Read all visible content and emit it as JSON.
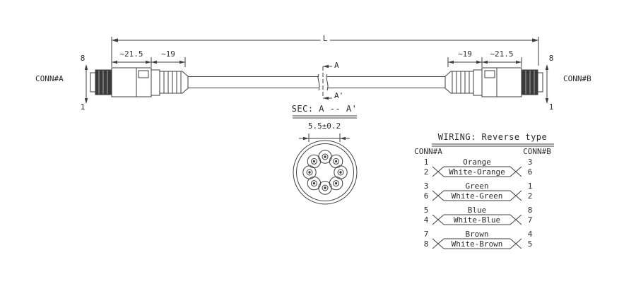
{
  "colors": {
    "line": "#3f3f3f",
    "text": "#2b2b2b",
    "background": "#ffffff"
  },
  "diagram": {
    "dim_length": "L",
    "conn_a": "CONN#A",
    "conn_b": "CONN#B",
    "pin_top_left": "8",
    "pin_bottom_left": "1",
    "pin_top_right": "8",
    "pin_bottom_right": "1",
    "dim_left_body": "~21.5",
    "dim_left_boot": "~19",
    "dim_right_boot": "~19",
    "dim_right_body": "~21.5",
    "section_mark_top": "A",
    "section_mark_bottom": "A'",
    "section_title": "SEC: A -- A'",
    "cable_diameter": "5.5±0.2"
  },
  "wiring": {
    "title": "WIRING: Reverse type",
    "conn_a_header": "CONN#A",
    "conn_b_header": "CONN#B",
    "pairs": [
      {
        "color": "Orange",
        "white": "White-Orange",
        "left": [
          "1",
          "2"
        ],
        "right": [
          "3",
          "6"
        ]
      },
      {
        "color": "Green",
        "white": "White-Green",
        "left": [
          "3",
          "6"
        ],
        "right": [
          "1",
          "2"
        ]
      },
      {
        "color": "Blue",
        "white": "White-Blue",
        "left": [
          "5",
          "4"
        ],
        "right": [
          "8",
          "7"
        ]
      },
      {
        "color": "Brown",
        "white": "White-Brown",
        "left": [
          "7",
          "8"
        ],
        "right": [
          "4",
          "5"
        ]
      }
    ]
  }
}
